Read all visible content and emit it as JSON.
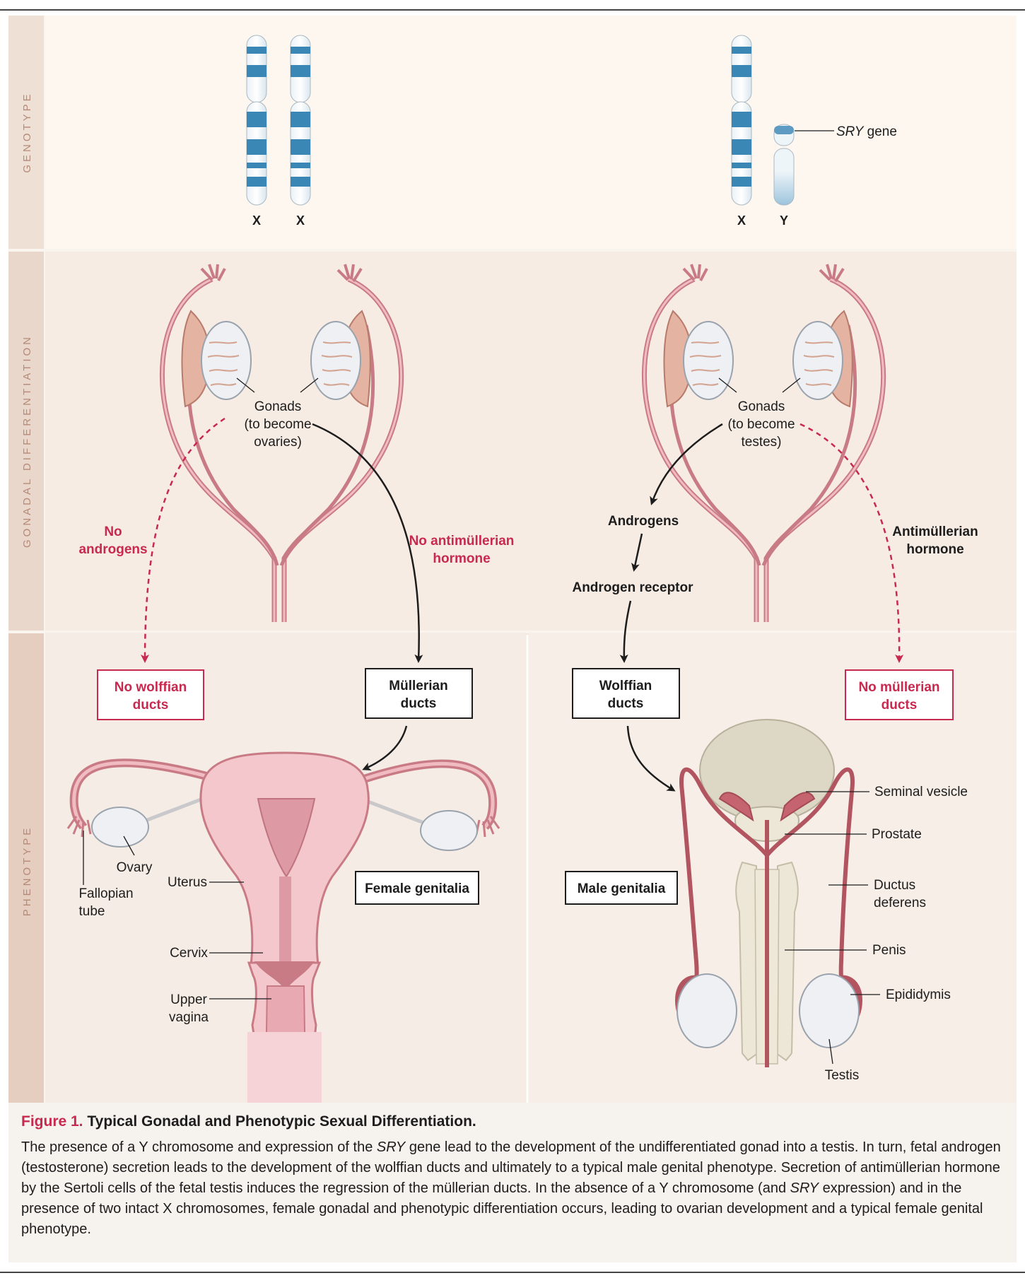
{
  "sections": {
    "genotype": "GENOTYPE",
    "gonadal": "GONADAL DIFFERENTIATION",
    "phenotype": "PHENOTYPE"
  },
  "genotype": {
    "female": {
      "chrom1": "X",
      "chrom2": "X"
    },
    "male": {
      "chrom1": "X",
      "chrom2": "Y",
      "sry_italic": "SRY",
      "sry_rest": " gene"
    }
  },
  "gonadal": {
    "female": {
      "gonads": [
        "Gonads",
        "(to become",
        "ovaries)"
      ],
      "no_androgens": [
        "No",
        "androgens"
      ],
      "no_amh": [
        "No antimüllerian",
        "hormone"
      ]
    },
    "male": {
      "gonads": [
        "Gonads",
        "(to become",
        "testes)"
      ],
      "androgens": "Androgens",
      "androgen_receptor": "Androgen receptor",
      "amh": [
        "Antimüllerian",
        "hormone"
      ]
    }
  },
  "phenotype": {
    "boxes": {
      "no_wolffian": [
        "No wolffian",
        "ducts"
      ],
      "mullerian": [
        "Müllerian",
        "ducts"
      ],
      "wolffian": [
        "Wolffian",
        "ducts"
      ],
      "no_mullerian": [
        "No müllerian",
        "ducts"
      ],
      "female_genitalia": "Female genitalia",
      "male_genitalia": "Male genitalia"
    },
    "female_labels": {
      "ovary": "Ovary",
      "fallopian": [
        "Fallopian",
        "tube"
      ],
      "uterus": "Uterus",
      "cervix": "Cervix",
      "upper_vagina": [
        "Upper",
        "vagina"
      ]
    },
    "male_labels": {
      "seminal_vesicle": "Seminal vesicle",
      "prostate": "Prostate",
      "ductus_deferens": [
        "Ductus",
        "deferens"
      ],
      "penis": "Penis",
      "epididymis": "Epididymis",
      "testis": "Testis"
    }
  },
  "caption": {
    "fig_number": "Figure 1.",
    "title": " Typical Gonadal and Phenotypic Sexual Differentiation.",
    "p1": "The presence of a Y chromosome and expression of the ",
    "sry1": "SRY",
    "p2": " gene lead to the development of the undifferentiated gonad into a testis. In turn, fetal androgen (testosterone) secretion leads to the development of the wolffian ducts and ultimately to a typical male genital phenotype. Secretion of antimüllerian hormone by the Sertoli cells of the fetal testis induces the regression of the müllerian ducts. In the absence of a Y chromosome (and ",
    "sry2": "SRY",
    "p3": " expression) and in the presence of two intact X chromosomes, female gonadal and phenotypic differentiation occurs, leading to ovarian development and a typical female genital phenotype."
  },
  "colors": {
    "red_accent": "#c8294f",
    "chromosome_blue": "#3a86b4",
    "duct_pink": "#d78b95",
    "panel_cream": "#fdf6ef",
    "panel_tan": "#f5e9e0",
    "sidebar_tan": "#e9d4c6"
  }
}
